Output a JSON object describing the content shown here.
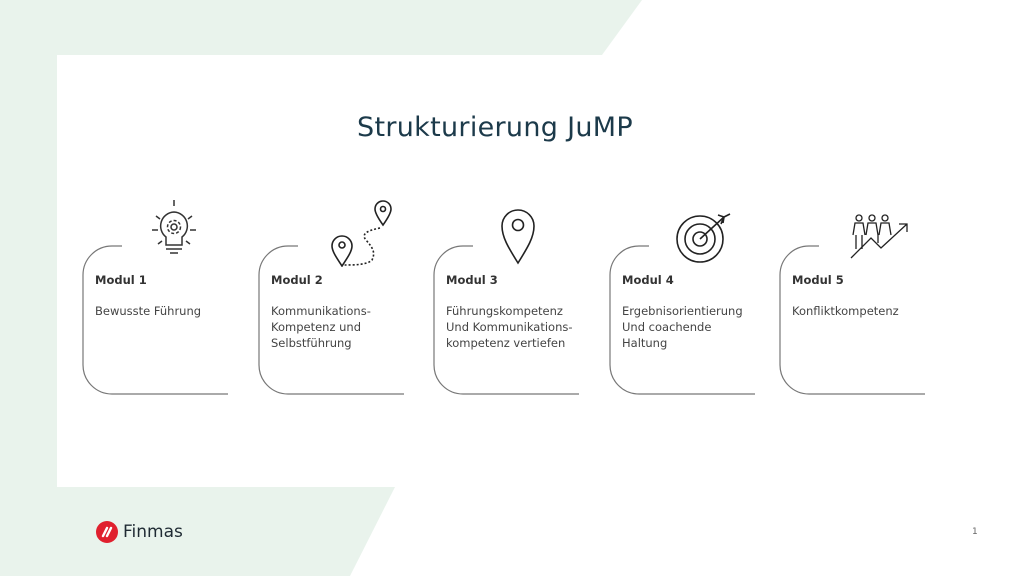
{
  "title": "Strukturierung JuMP",
  "modules": [
    {
      "title": "Modul 1",
      "desc": "Bewusste Führung",
      "icon": "lightbulb-gear-icon"
    },
    {
      "title": "Modul 2",
      "desc": "Kommunikations-\nKompetenz und\nSelbstführung",
      "icon": "route-pins-icon"
    },
    {
      "title": "Modul 3",
      "desc": "Führungskompetenz\nUnd Kommunikations-\nkompetenz vertiefen",
      "icon": "map-pin-icon"
    },
    {
      "title": "Modul 4",
      "desc": "Ergebnisorientierung\nUnd coachende\nHaltung",
      "icon": "target-arrow-icon"
    },
    {
      "title": "Modul 5",
      "desc": "Konfliktkompetenz",
      "icon": "team-growth-icon"
    }
  ],
  "brand": "Finmas",
  "page_number": "1",
  "colors": {
    "accent_green": "#e9f3ec",
    "logo_red": "#e0202e",
    "title": "#1c3a4a"
  }
}
